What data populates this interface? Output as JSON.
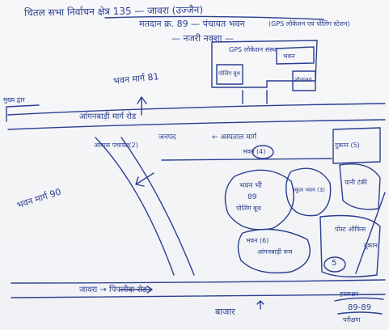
{
  "diagram": {
    "ink_color": "#2b3f8f",
    "header": {
      "line1": "चितल सभा निर्वाचन क्षेत्र 135 — जावरा (उज्जैन)",
      "line2": "मतदान क्र. 89 — पंचायत भवन",
      "line2_note": "(GPS लोकेशन एवं पोलिंग स्टेशन)",
      "line3": "— नजरी नक्शा —"
    },
    "buildings": {
      "gps_block_title": "GPS लोकेशन संस्था",
      "gps_block_inner": "भवन",
      "gps_block_left": "पोलिंग बूथ",
      "gps_block_right": "शौचालय"
    },
    "labels": {
      "arrow_north": "भवन मार्ग 81",
      "left_gate": "मुख्य द्वार",
      "upper_road": "आंगनबाड़ी मार्ग रोड",
      "left_note": "भवन मार्ग 90",
      "mid_left_top": "जनपद",
      "mid_left_sub": "आवास पंचायत(2)",
      "center_arrow_label": "← अस्पताल मार्ग",
      "center_circle": "भवन (4)",
      "right_top": "दुकान (5)",
      "big_circle_left_1": "भवन भी",
      "big_circle_left_2": "89",
      "big_circle_left_3": "पोलिंग बूथ",
      "big_circle_right": "स्कूल भवन (3)",
      "right_mid": "पानी टंकी",
      "bottom_left_circle_1": "भवन (6)",
      "bottom_left_circle_2": "आंगनबाड़ी रूम",
      "bottom_right_1": "पोस्ट ऑफिस",
      "bottom_right_num": "5",
      "far_right": "दुकान",
      "lower_road": "जावरा → पिपलौदा रोड",
      "bottom_arrow": "बाजार",
      "signature_1": "हस्ताक्षर",
      "signature_2": "89-89",
      "signature_3": "परीक्षण"
    }
  }
}
